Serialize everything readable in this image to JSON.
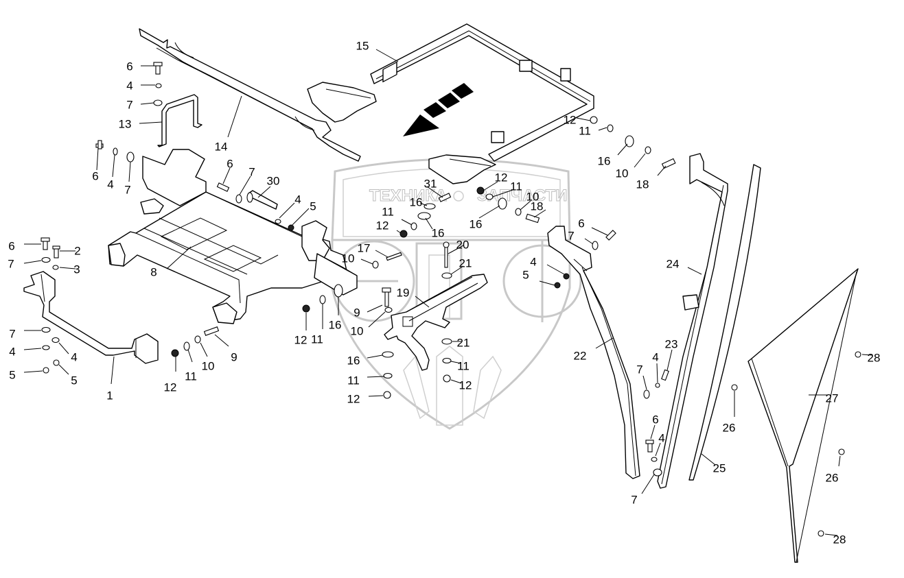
{
  "diagram": {
    "type": "exploded-parts-view",
    "watermark": {
      "text_left": "ТЕХНИКА",
      "text_right": "ЗАПЧАСТИ",
      "letters": "ЭПФ",
      "color": "#c8c8c8"
    },
    "direction_arrow": "travel-direction-arrow",
    "callouts": [
      {
        "id": "c6a",
        "label": "6"
      },
      {
        "id": "c4a",
        "label": "4"
      },
      {
        "id": "c7a",
        "label": "7"
      },
      {
        "id": "c13",
        "label": "13"
      },
      {
        "id": "c14",
        "label": "14"
      },
      {
        "id": "c15",
        "label": "15"
      },
      {
        "id": "c6b",
        "label": "6"
      },
      {
        "id": "c4b",
        "label": "4"
      },
      {
        "id": "c7b",
        "label": "7"
      },
      {
        "id": "c6c",
        "label": "6"
      },
      {
        "id": "c7c",
        "label": "7"
      },
      {
        "id": "c30",
        "label": "30"
      },
      {
        "id": "c4c",
        "label": "4"
      },
      {
        "id": "c5a",
        "label": "5"
      },
      {
        "id": "c31",
        "label": "31"
      },
      {
        "id": "c16a",
        "label": "16"
      },
      {
        "id": "c11a",
        "label": "11"
      },
      {
        "id": "c12a",
        "label": "12"
      },
      {
        "id": "c16b",
        "label": "16"
      },
      {
        "id": "c12b",
        "label": "12"
      },
      {
        "id": "c11b",
        "label": "11"
      },
      {
        "id": "c10a",
        "label": "10"
      },
      {
        "id": "c16c",
        "label": "16"
      },
      {
        "id": "c18a",
        "label": "18"
      },
      {
        "id": "c12c",
        "label": "12"
      },
      {
        "id": "c11c",
        "label": "11"
      },
      {
        "id": "c16d",
        "label": "16"
      },
      {
        "id": "c10b",
        "label": "10"
      },
      {
        "id": "c18b",
        "label": "18"
      },
      {
        "id": "c6d",
        "label": "6"
      },
      {
        "id": "c2",
        "label": "2"
      },
      {
        "id": "c7d",
        "label": "7"
      },
      {
        "id": "c3",
        "label": "3"
      },
      {
        "id": "c8",
        "label": "8"
      },
      {
        "id": "c17",
        "label": "17"
      },
      {
        "id": "c10c",
        "label": "10"
      },
      {
        "id": "c20",
        "label": "20"
      },
      {
        "id": "c21a",
        "label": "21"
      },
      {
        "id": "c19",
        "label": "19"
      },
      {
        "id": "c9a",
        "label": "9"
      },
      {
        "id": "c10d",
        "label": "10"
      },
      {
        "id": "c16e",
        "label": "16"
      },
      {
        "id": "c12d",
        "label": "12"
      },
      {
        "id": "c11d",
        "label": "11"
      },
      {
        "id": "c21b",
        "label": "21"
      },
      {
        "id": "c16f",
        "label": "16"
      },
      {
        "id": "c11e",
        "label": "11"
      },
      {
        "id": "c12e",
        "label": "12"
      },
      {
        "id": "c11f",
        "label": "11"
      },
      {
        "id": "c12f",
        "label": "12"
      },
      {
        "id": "c6e",
        "label": "6"
      },
      {
        "id": "c7e",
        "label": "7"
      },
      {
        "id": "c4d",
        "label": "4"
      },
      {
        "id": "c5b",
        "label": "5"
      },
      {
        "id": "c7f",
        "label": "7"
      },
      {
        "id": "c4e",
        "label": "4"
      },
      {
        "id": "c4f",
        "label": "4"
      },
      {
        "id": "c5c",
        "label": "5"
      },
      {
        "id": "c5d",
        "label": "5"
      },
      {
        "id": "c1",
        "label": "1"
      },
      {
        "id": "c12g",
        "label": "12"
      },
      {
        "id": "c11g",
        "label": "11"
      },
      {
        "id": "c10e",
        "label": "10"
      },
      {
        "id": "c9b",
        "label": "9"
      },
      {
        "id": "c24",
        "label": "24"
      },
      {
        "id": "c22",
        "label": "22"
      },
      {
        "id": "c7g",
        "label": "7"
      },
      {
        "id": "c4g",
        "label": "4"
      },
      {
        "id": "c23",
        "label": "23"
      },
      {
        "id": "c6f",
        "label": "6"
      },
      {
        "id": "c4h",
        "label": "4"
      },
      {
        "id": "c7h",
        "label": "7"
      },
      {
        "id": "c25",
        "label": "25"
      },
      {
        "id": "c26a",
        "label": "26"
      },
      {
        "id": "c26b",
        "label": "26"
      },
      {
        "id": "c27",
        "label": "27"
      },
      {
        "id": "c28a",
        "label": "28"
      },
      {
        "id": "c28b",
        "label": "28"
      }
    ]
  }
}
